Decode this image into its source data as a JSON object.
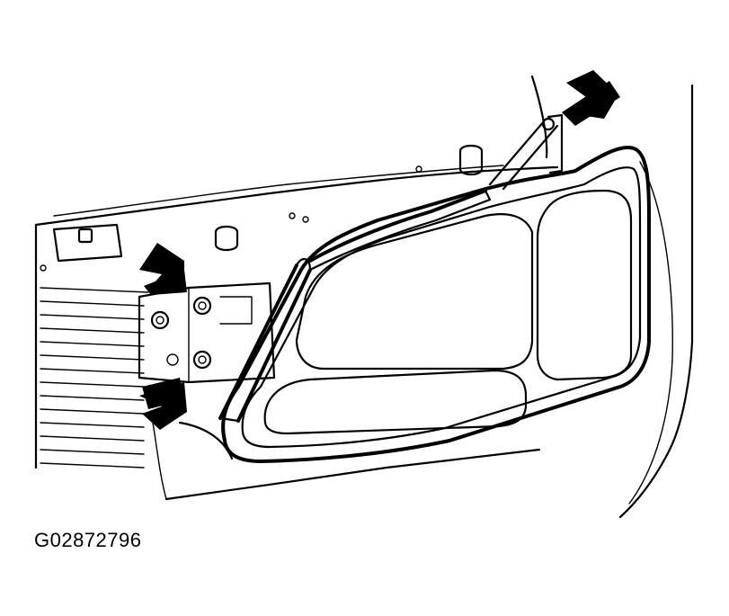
{
  "figure": {
    "id": "G02872796",
    "callouts": [
      "fastener-arrow-top-right",
      "fastener-arrow-upper-left",
      "fastener-arrow-lower-left"
    ]
  }
}
